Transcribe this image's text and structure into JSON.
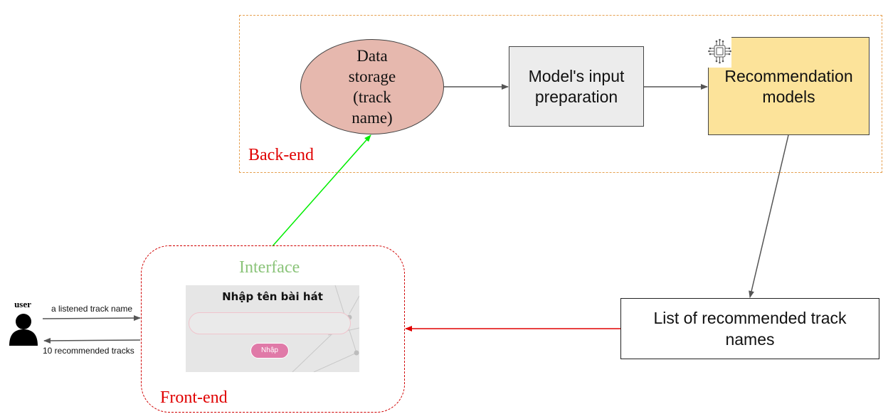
{
  "nodes": {
    "data_storage": "Data\nstorage\n(track\nname)",
    "input_preparation": "Model's input\npreparation",
    "recommendation_models": "Recommendation\nmodels",
    "recommended_list": "List of recommended track\nnames"
  },
  "groups": {
    "backend": "Back-end",
    "frontend": "Front-end",
    "interface": "Interface"
  },
  "interface_ui": {
    "title": "Nhập tên bài hát",
    "input_value": "",
    "submit_label": "Nhập"
  },
  "user": {
    "label": "user"
  },
  "edges": {
    "listened_track": "a listened track name",
    "recommended_tracks": "10 recommended tracks"
  },
  "colors": {
    "backend_border": "#e6a050",
    "frontend_border": "#d00000",
    "group_label": "#e00000",
    "interface_label": "#8bc47a",
    "storage_fill": "#e6b8ae",
    "prep_fill": "#ececec",
    "models_fill": "#fce39a",
    "interface_to_storage_arrow": "#00ee00",
    "list_to_frontend_arrow": "#e00000",
    "submit_button": "#e07aa8"
  },
  "icons": {
    "models": "ai-chip-icon",
    "user": "person-icon"
  }
}
